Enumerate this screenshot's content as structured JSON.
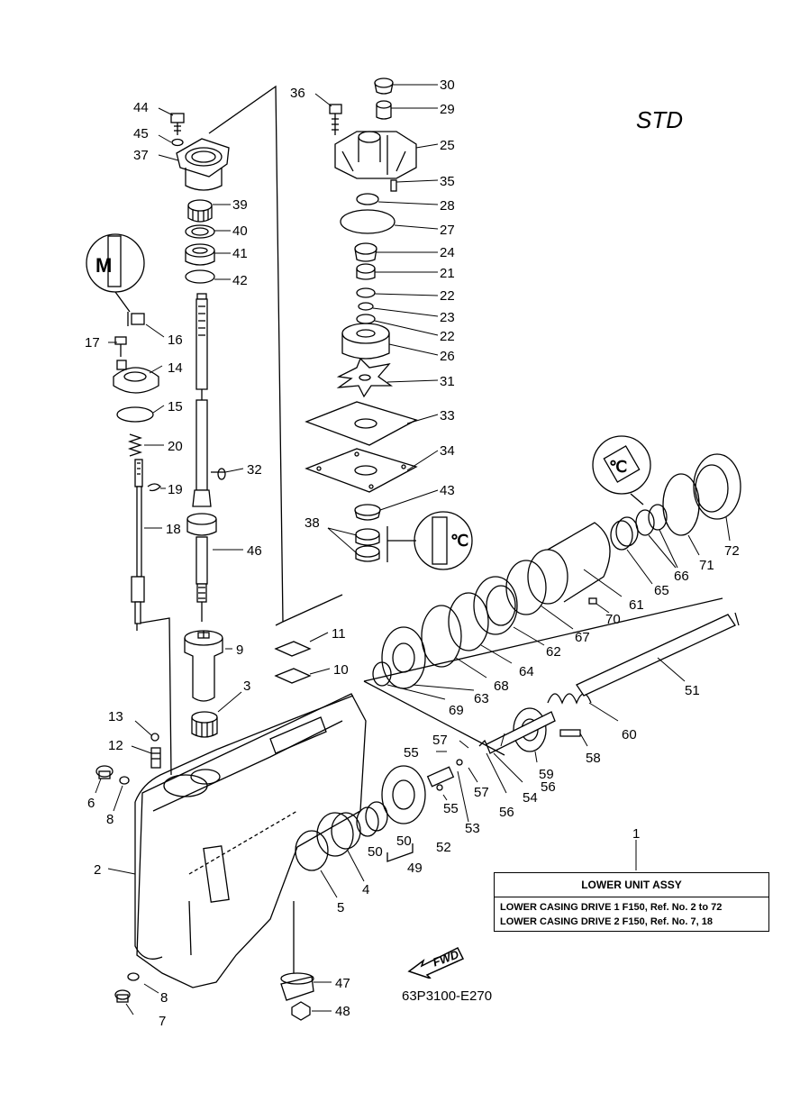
{
  "std_label": "STD",
  "drawing_code": "63P3100-E270",
  "fwd_label": "FWD",
  "assembly_box": {
    "ref_number": "1",
    "title": "LOWER UNIT ASSY",
    "rows": [
      "LOWER CASING DRIVE 1 F150,  Ref. No. 2 to 72",
      "LOWER CASING DRIVE 2 F150,  Ref. No. 7, 18"
    ]
  },
  "callouts": {
    "c44": "44",
    "c45": "45",
    "c37": "37",
    "c39": "39",
    "c40": "40",
    "c41": "41",
    "c42": "42",
    "c36": "36",
    "c30": "30",
    "c29": "29",
    "c25": "25",
    "c35": "35",
    "c28": "28",
    "c27": "27",
    "c24": "24",
    "c21": "21",
    "c22a": "22",
    "c23": "23",
    "c22b": "22",
    "c26": "26",
    "c31": "31",
    "c33": "33",
    "c34": "34",
    "c43": "43",
    "c38": "38",
    "c16": "16",
    "c17": "17",
    "c14": "14",
    "c15": "15",
    "c20": "20",
    "c19": "19",
    "c18": "18",
    "c32": "32",
    "c46": "46",
    "c11": "11",
    "c9": "9",
    "c10": "10",
    "c3": "3",
    "c13": "13",
    "c12": "12",
    "c6": "6",
    "c8a": "8",
    "c2": "2",
    "c8b": "8",
    "c7": "7",
    "c47": "47",
    "c48": "48",
    "c5": "5",
    "c4": "4",
    "c50a": "50",
    "c50b": "50",
    "c49": "49",
    "c52": "52",
    "c53": "53",
    "c55a": "55",
    "c55b": "55",
    "c57a": "57",
    "c57b": "57",
    "c56a": "56",
    "c56b": "56",
    "c54": "54",
    "c59": "59",
    "c58": "58",
    "c60": "60",
    "c51": "51",
    "c69": "69",
    "c63": "63",
    "c68": "68",
    "c64": "64",
    "c62": "62",
    "c67": "67",
    "c61": "61",
    "c70": "70",
    "c65": "65",
    "c66": "66",
    "c71": "71",
    "c72": "72"
  }
}
